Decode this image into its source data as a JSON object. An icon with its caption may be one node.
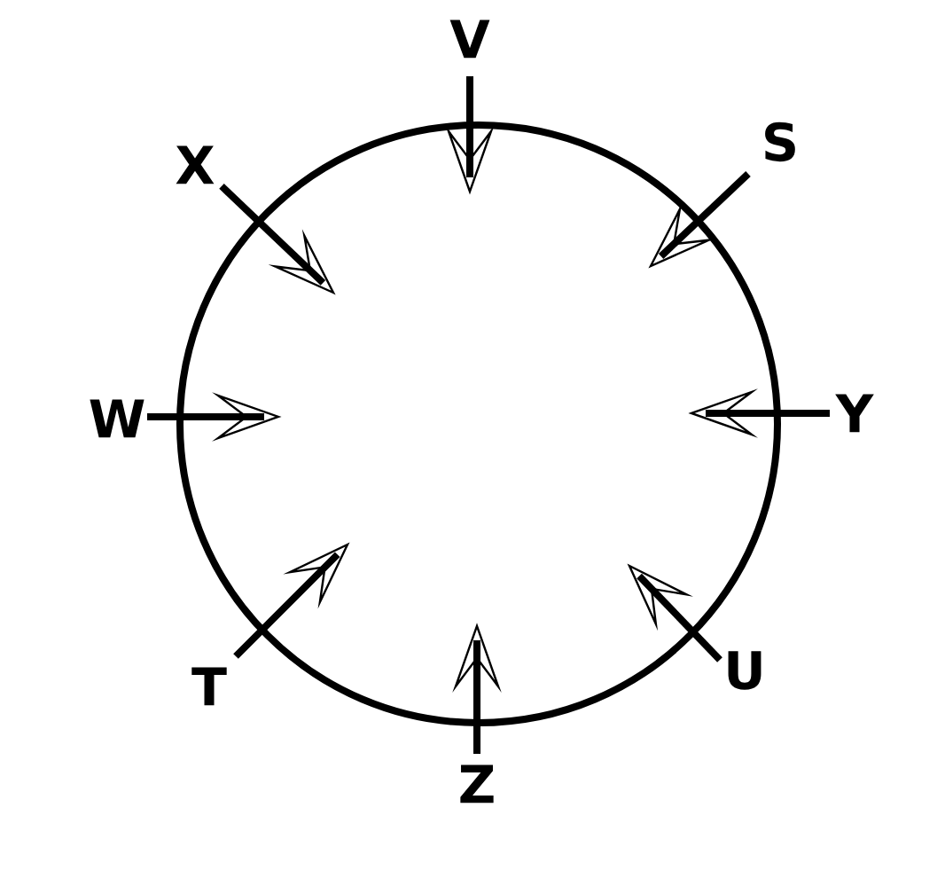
{
  "diagram": {
    "labels": [
      "V",
      "X",
      "S",
      "W",
      "Y",
      "T",
      "U",
      "Z"
    ]
  }
}
